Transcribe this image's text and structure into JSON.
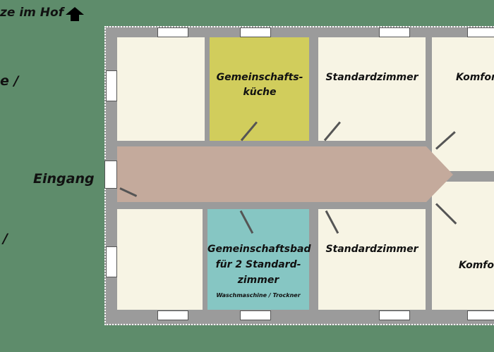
{
  "outside_labels": {
    "parking": "ze im Hof",
    "left_mid": "e /",
    "entrance": "Eingang",
    "left_low": "/"
  },
  "rooms": {
    "kitchen": "Gemeinschafts-\nküche",
    "standard_top": "Standardzimmer",
    "komfort_top": "Komfor",
    "bath_line1": "Gemeinschaftsbad",
    "bath_line2": "für 2 Standard-",
    "bath_line3": "zimmer",
    "bath_note": "Waschmaschine / Trockner",
    "standard_bottom": "Standardzimmer",
    "komfort_bottom": "Komfor"
  },
  "colors": {
    "background": "#5e8c6b",
    "wall": "#9b9b9b",
    "room": "#f7f4e4",
    "kitchen": "#d1cd5c",
    "bath": "#86c6c3",
    "corridor": "#c4aa9c"
  }
}
